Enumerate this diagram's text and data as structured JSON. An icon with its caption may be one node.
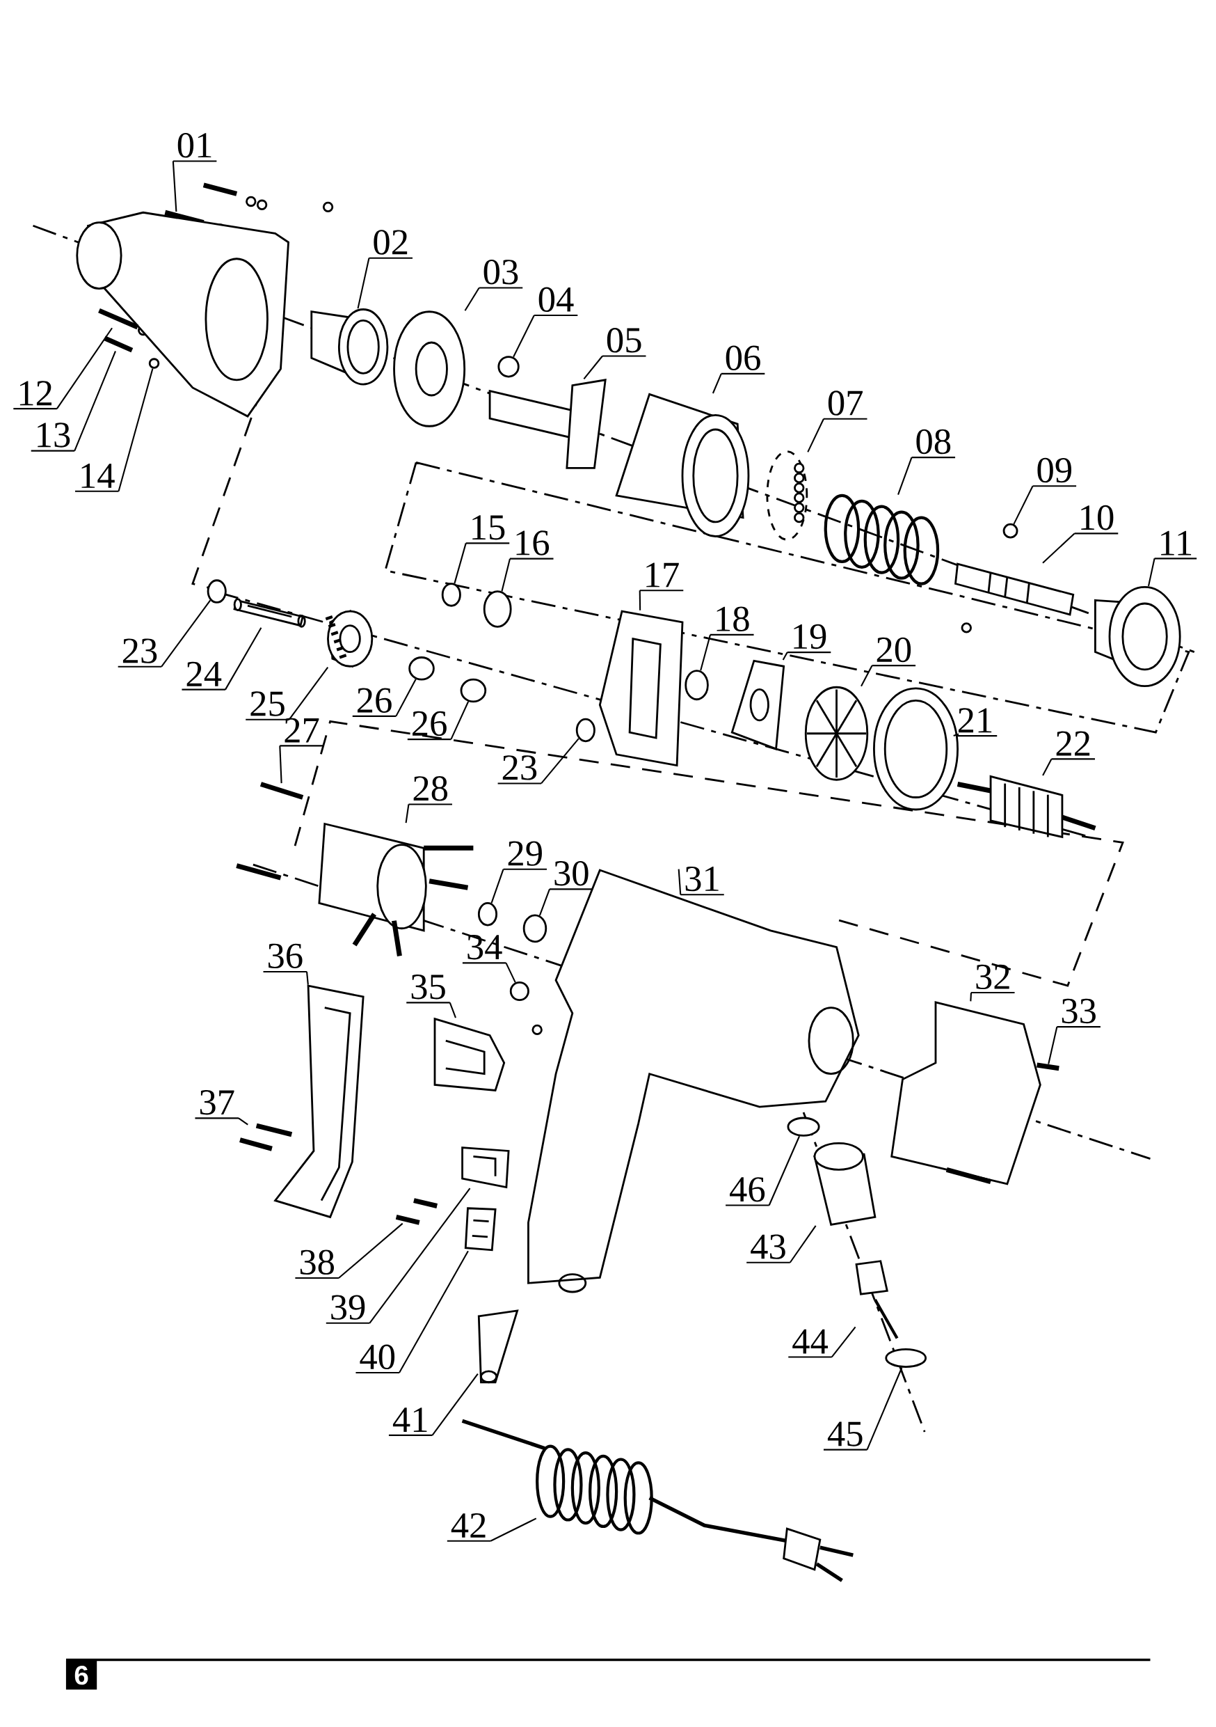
{
  "diagram": {
    "nodes": [
      {
        "text": [
          "01"
        ]
      },
      {
        "text": [
          "02"
        ]
      },
      {
        "text": [
          "03"
        ]
      },
      {
        "text": [
          "04"
        ]
      },
      {
        "text": [
          "05"
        ]
      },
      {
        "text": [
          "06"
        ]
      },
      {
        "text": [
          "07"
        ]
      },
      {
        "text": [
          "08"
        ]
      },
      {
        "text": [
          "09"
        ]
      },
      {
        "text": [
          "10"
        ]
      },
      {
        "text": [
          "11"
        ]
      },
      {
        "text": [
          "12"
        ]
      },
      {
        "text": [
          "13"
        ]
      },
      {
        "text": [
          "14"
        ]
      },
      {
        "text": [
          "15"
        ]
      },
      {
        "text": [
          "16"
        ]
      },
      {
        "text": [
          "17"
        ]
      },
      {
        "text": [
          "18"
        ]
      },
      {
        "text": [
          "19"
        ]
      },
      {
        "text": [
          "20"
        ]
      },
      {
        "text": [
          "21"
        ]
      },
      {
        "text": [
          "22"
        ]
      },
      {
        "text": [
          "23"
        ]
      },
      {
        "text": [
          "24"
        ]
      },
      {
        "text": [
          "25"
        ]
      },
      {
        "text": [
          "26"
        ]
      },
      {
        "text": [
          "26"
        ]
      },
      {
        "text": [
          "27"
        ]
      },
      {
        "text": [
          "23"
        ]
      },
      {
        "text": [
          "28"
        ]
      },
      {
        "text": [
          "29"
        ]
      },
      {
        "text": [
          "30"
        ]
      },
      {
        "text": [
          "31"
        ]
      },
      {
        "text": [
          "32"
        ]
      },
      {
        "text": [
          "33"
        ]
      },
      {
        "text": [
          "34"
        ]
      },
      {
        "text": [
          "35"
        ]
      },
      {
        "text": [
          "36"
        ]
      },
      {
        "text": [
          "37"
        ]
      },
      {
        "text": [
          "38"
        ]
      },
      {
        "text": [
          "39"
        ]
      },
      {
        "text": [
          "40"
        ]
      },
      {
        "text": [
          "41"
        ]
      },
      {
        "text": [
          "42"
        ]
      },
      {
        "text": [
          "43"
        ]
      },
      {
        "text": [
          "44"
        ]
      },
      {
        "text": [
          "45"
        ]
      },
      {
        "text": [
          "46"
        ]
      },
      {
        "text": [],
        "shape": "picture"
      },
      {
        "text": [],
        "shape": "picture"
      },
      {
        "text": [],
        "shape": "picture"
      },
      {
        "text": [],
        "shape": "circle"
      },
      {
        "text": [],
        "shape": "picture"
      },
      {
        "text": [],
        "shape": "picture"
      },
      {
        "text": [],
        "shape": "picture"
      },
      {
        "text": [],
        "shape": "picture"
      },
      {
        "text": [],
        "shape": "circle"
      },
      {
        "text": [],
        "shape": "picture"
      },
      {
        "text": [],
        "shape": "picture"
      },
      {
        "text": [],
        "shape": "picture"
      },
      {
        "text": [],
        "shape": "picture"
      },
      {
        "text": [],
        "shape": "circle"
      },
      {
        "text": [],
        "shape": "circle"
      },
      {
        "text": [],
        "shape": "circle"
      },
      {
        "text": [],
        "shape": "picture"
      },
      {
        "text": [],
        "shape": "circle"
      },
      {
        "text": [],
        "shape": "picture"
      },
      {
        "text": [],
        "shape": "picture"
      },
      {
        "text": [],
        "shape": "picture"
      },
      {
        "text": [],
        "shape": "picture"
      },
      {
        "text": [],
        "shape": "circle"
      },
      {
        "text": [],
        "shape": "picture"
      },
      {
        "text": [],
        "shape": "picture"
      },
      {
        "text": [],
        "shape": "circle"
      },
      {
        "text": [],
        "shape": "circle"
      },
      {
        "text": [],
        "shape": "picture"
      },
      {
        "text": [],
        "shape": "circle"
      },
      {
        "text": [],
        "shape": "picture"
      },
      {
        "text": [],
        "shape": "circle"
      },
      {
        "text": [],
        "shape": "circle"
      },
      {
        "text": [],
        "shape": "picture"
      },
      {
        "text": [],
        "shape": "picture"
      },
      {
        "text": [],
        "shape": "picture"
      },
      {
        "text": [],
        "shape": "circle"
      },
      {
        "text": [],
        "shape": "picture"
      },
      {
        "text": [],
        "shape": "picture"
      },
      {
        "text": [],
        "shape": "picture"
      },
      {
        "text": [],
        "shape": "picture"
      },
      {
        "text": [],
        "shape": "picture"
      },
      {
        "text": [],
        "shape": "picture"
      },
      {
        "text": [],
        "shape": "picture"
      },
      {
        "text": [],
        "shape": "picture"
      },
      {
        "text": [],
        "shape": "picture"
      },
      {
        "text": [],
        "shape": "picture"
      },
      {
        "text": [],
        "shape": "circle"
      },
      {
        "text": [],
        "shape": "circle"
      }
    ],
    "edges": [
      {
        "from": 0,
        "to": 48,
        "arrow": "none"
      },
      {
        "from": 1,
        "to": 49,
        "arrow": "none"
      },
      {
        "from": 2,
        "to": 50,
        "arrow": "none"
      },
      {
        "from": 3,
        "to": 51,
        "arrow": "none"
      },
      {
        "from": 4,
        "to": 52,
        "arrow": "none"
      },
      {
        "from": 5,
        "to": 53,
        "arrow": "none"
      },
      {
        "from": 6,
        "to": 54,
        "arrow": "none"
      },
      {
        "from": 7,
        "to": 55,
        "arrow": "none"
      },
      {
        "from": 8,
        "to": 56,
        "arrow": "none"
      },
      {
        "from": 9,
        "to": 57,
        "arrow": "none"
      },
      {
        "from": 10,
        "to": 58,
        "arrow": "none"
      },
      {
        "from": 11,
        "to": 59,
        "arrow": "none"
      },
      {
        "from": 12,
        "to": 60,
        "arrow": "none"
      },
      {
        "from": 13,
        "to": 61,
        "arrow": "none"
      },
      {
        "from": 14,
        "to": 62,
        "arrow": "none"
      },
      {
        "from": 15,
        "to": 63,
        "arrow": "none"
      },
      {
        "from": 16,
        "to": 64,
        "arrow": "none"
      },
      {
        "from": 17,
        "to": 65,
        "arrow": "none"
      },
      {
        "from": 18,
        "to": 66,
        "arrow": "none"
      },
      {
        "from": 19,
        "to": 67,
        "arrow": "none"
      },
      {
        "from": 20,
        "to": 68,
        "arrow": "none"
      },
      {
        "from": 21,
        "to": 69,
        "arrow": "none"
      },
      {
        "from": 22,
        "to": 70,
        "arrow": "none"
      },
      {
        "from": 23,
        "to": 71,
        "arrow": "none"
      },
      {
        "from": 24,
        "to": 72,
        "arrow": "none"
      },
      {
        "from": 25,
        "to": 73,
        "arrow": "none"
      },
      {
        "from": 26,
        "to": 74,
        "arrow": "none"
      },
      {
        "from": 27,
        "to": 75,
        "arrow": "none"
      },
      {
        "from": 28,
        "to": 76,
        "arrow": "none"
      },
      {
        "from": 29,
        "to": 77,
        "arrow": "none"
      },
      {
        "from": 30,
        "to": 78,
        "arrow": "none"
      },
      {
        "from": 31,
        "to": 79,
        "arrow": "none"
      },
      {
        "from": 32,
        "to": 80,
        "arrow": "none"
      },
      {
        "from": 33,
        "to": 81,
        "arrow": "none"
      },
      {
        "from": 34,
        "to": 82,
        "arrow": "none"
      },
      {
        "from": 35,
        "to": 83,
        "arrow": "none"
      },
      {
        "from": 36,
        "to": 84,
        "arrow": "none"
      },
      {
        "from": 37,
        "to": 85,
        "arrow": "none"
      },
      {
        "from": 38,
        "to": 86,
        "arrow": "none"
      },
      {
        "from": 39,
        "to": 87,
        "arrow": "none"
      },
      {
        "from": 40,
        "to": 88,
        "arrow": "none"
      },
      {
        "from": 41,
        "to": 89,
        "arrow": "none"
      },
      {
        "from": 42,
        "to": 90,
        "arrow": "none"
      },
      {
        "from": 43,
        "to": 91,
        "arrow": "none"
      },
      {
        "from": 44,
        "to": 92,
        "arrow": "none"
      },
      {
        "from": 45,
        "to": 93,
        "arrow": "none"
      },
      {
        "from": 46,
        "to": 94,
        "arrow": "none"
      },
      {
        "from": 47,
        "to": 95,
        "arrow": "none"
      }
    ],
    "labels": [
      "6"
    ]
  }
}
